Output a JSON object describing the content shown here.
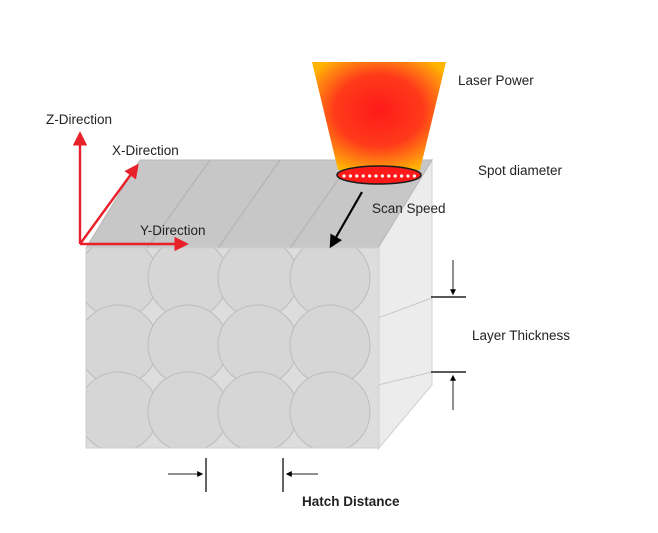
{
  "labels": {
    "laser_power": "Laser Power",
    "spot_diameter": "Spot diameter",
    "scan_speed": "Scan Speed",
    "layer_thickness": "Layer Thickness",
    "hatch_distance": "Hatch Distance",
    "z_direction": "Z-Direction",
    "x_direction": "X-Direction",
    "y_direction": "Y-Direction"
  },
  "colors": {
    "axis_arrow": "#e8202a",
    "laser_core": "#ff1a1a",
    "laser_edge": "#ffb400",
    "block_front": "#dddddd",
    "block_top": "#c7c7c7",
    "block_side": "#ececec",
    "scan_arrow": "#000000"
  },
  "icons": {
    "laser_beam": "laser-cone-icon",
    "spot": "laser-spot-icon"
  }
}
